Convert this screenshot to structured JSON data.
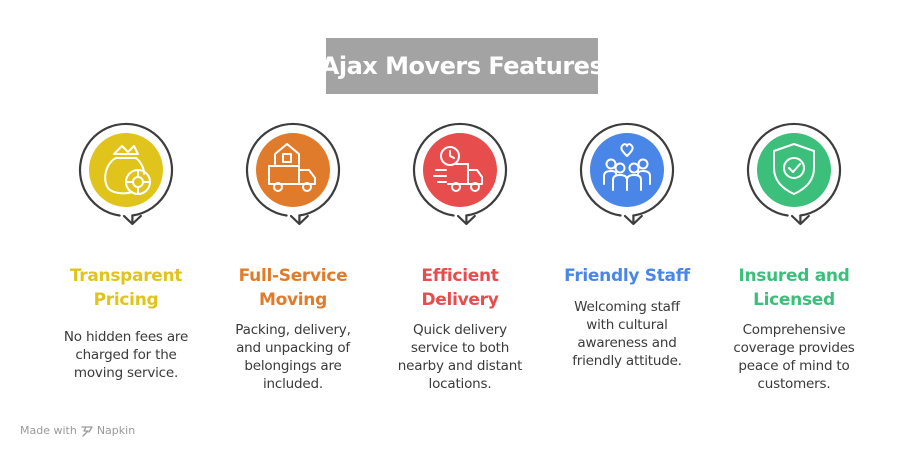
{
  "title": "Ajax Movers Features",
  "features": [
    {
      "title_line1": "Transparent",
      "title_line2": "Pricing",
      "desc": [
        "No hidden fees are",
        "charged for the",
        "moving service."
      ],
      "color": "#e0c41b",
      "icon": "money-bag-icon"
    },
    {
      "title_line1": "Full-Service",
      "title_line2": "Moving",
      "desc": [
        "Packing, delivery,",
        "and unpacking of",
        "belongings are",
        "included."
      ],
      "color": "#e07b2b",
      "icon": "home-truck-icon"
    },
    {
      "title_line1": "Efficient",
      "title_line2": "Delivery",
      "desc": [
        "Quick delivery",
        "service to both",
        "nearby and distant",
        "locations."
      ],
      "color": "#e84d4d",
      "icon": "fast-delivery-truck-icon"
    },
    {
      "title_line1": "Friendly Staff",
      "title_line2": "",
      "desc": [
        "Welcoming staff",
        "with cultural",
        "awareness and",
        "friendly attitude."
      ],
      "color": "#4a86e8",
      "icon": "group-people-heart-icon"
    },
    {
      "title_line1": "Insured and",
      "title_line2": "Licensed",
      "desc": [
        "Comprehensive",
        "coverage provides",
        "peace of mind to",
        "customers."
      ],
      "color": "#3dbf7c",
      "icon": "shield-check-icon"
    }
  ],
  "footer": {
    "made_with": "Made with",
    "brand": "Napkin"
  }
}
